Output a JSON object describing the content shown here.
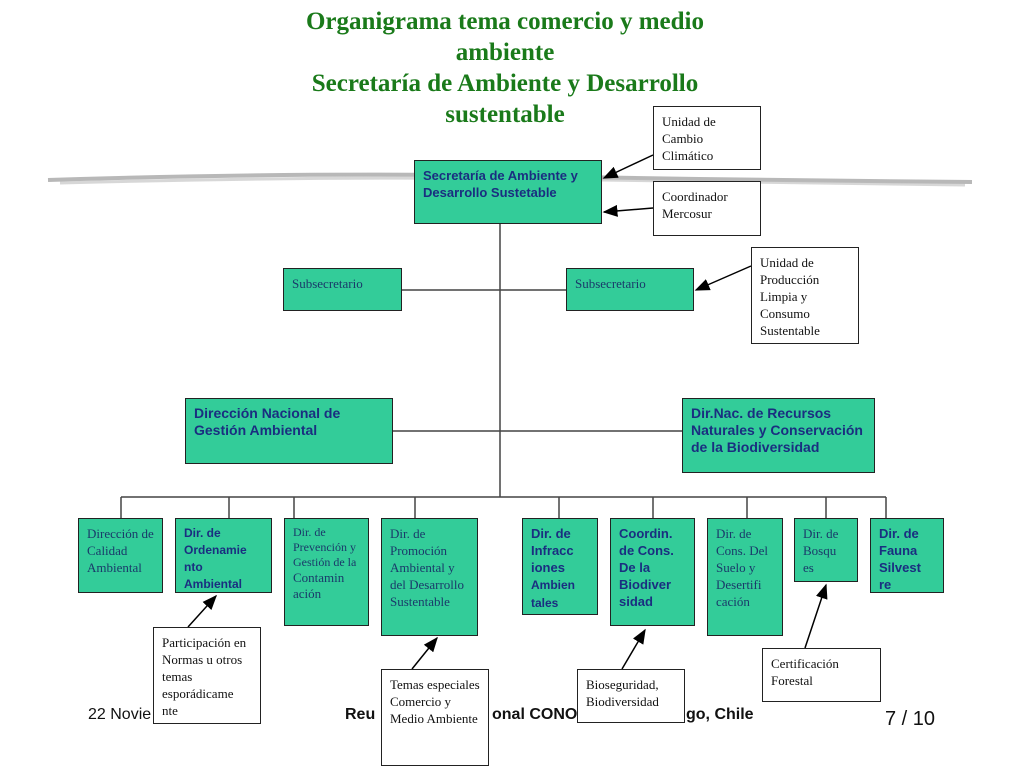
{
  "title": {
    "line1": "Organigrama tema comercio y medio",
    "line2": "ambiente",
    "line3": "Secretaría de Ambiente y Desarrollo",
    "line4": "sustentable"
  },
  "org": {
    "secretaria": "Secretaría de Ambiente y Desarrollo Sustetable",
    "subsecretario_left": "Subsecretario",
    "subsecretario_right": "Subsecretario",
    "dir_nac_gestion": "Dirección Nacional de Gestión Ambiental",
    "dir_nac_recursos": "Dir.Nac. de Recursos Naturales y Conservación de la Biodiversidad",
    "directorates": [
      "Dirección de Calidad Ambiental",
      "Dir. de Ordenamie nto Ambiental",
      "Dir. de Prevención y Gestión de la",
      "Dir. de Promoción Ambiental y del Desarrollo Sustentable",
      "Dir. de Infracc iones",
      "Coordin. de Cons. De la Biodiver sidad",
      "Dir. de Cons. Del Suelo y Desertifi cación",
      "Dir. de Bosqu es",
      "Dir. de Fauna Silvest re"
    ],
    "prevencion_tail": "Contamin ación",
    "infracciones_tail": "Ambien tales"
  },
  "notes": {
    "cambio_climatico": "Unidad de Cambio Climático",
    "mercosur": "Coordinador Mercosur",
    "produccion_limpia": "Unidad de Producción Limpia y Consumo Sustentable",
    "participacion": "Participación en Normas u otros temas esporádicame nte",
    "temas_especiales": "Temas especiales Comercio y Medio Ambiente",
    "bioseguridad": "Bioseguridad, Biodiversidad",
    "certificacion": "Certificación Forestal"
  },
  "footer": {
    "date": "22 Novie",
    "event": "Reu",
    "event_mid": "onal CONO",
    "event_end": "go, Chile",
    "page": "7 / 10"
  },
  "colors": {
    "box_fill": "#33cc99",
    "title": "#1a7a1a",
    "box_text": "#1a2e80"
  }
}
